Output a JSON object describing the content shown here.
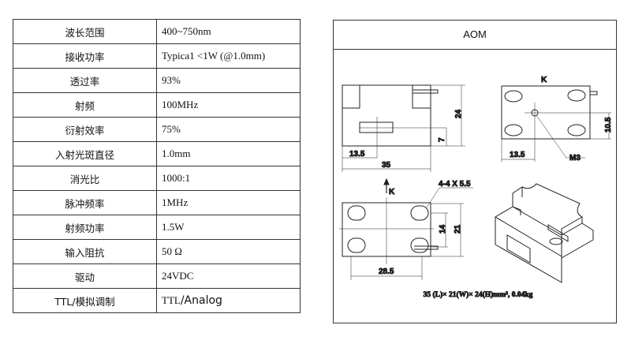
{
  "specs": [
    {
      "label": "波长范围",
      "value": "400~750nm"
    },
    {
      "label": "接收功率",
      "value": "Typica1 <1W (@1.0mm)"
    },
    {
      "label": "透过率",
      "value": "93%"
    },
    {
      "label": "射频",
      "value": "100MHz"
    },
    {
      "label": "衍射效率",
      "value": "75%"
    },
    {
      "label": "入射光斑直径",
      "value": "1.0mm"
    },
    {
      "label": "消光比",
      "value": "1000:1"
    },
    {
      "label": "脉冲频率",
      "value": "1MHz"
    },
    {
      "label": "射频功率",
      "value": "1.5W"
    },
    {
      "label": "输入阻抗",
      "value": "50 Ω"
    },
    {
      "label": "驱动",
      "value": "24VDC"
    },
    {
      "label": "TTL/模拟调制",
      "value": "TTL",
      "value_extra": "/Analog"
    }
  ],
  "drawing": {
    "title": "AOM",
    "dims": {
      "d24": "24",
      "d7": "7",
      "d13_5a": "13.5",
      "d35": "35",
      "k1": "K",
      "d10_5": "10.5",
      "d13_5b": "13.5",
      "m3": "M3",
      "k2": "K",
      "holes": "4-4 X 5.5",
      "d14": "14",
      "d21": "21",
      "d28_5": "28.5"
    },
    "caption": "35 (L)× 21(W)× 24(H)mm³, 0.04kg"
  }
}
